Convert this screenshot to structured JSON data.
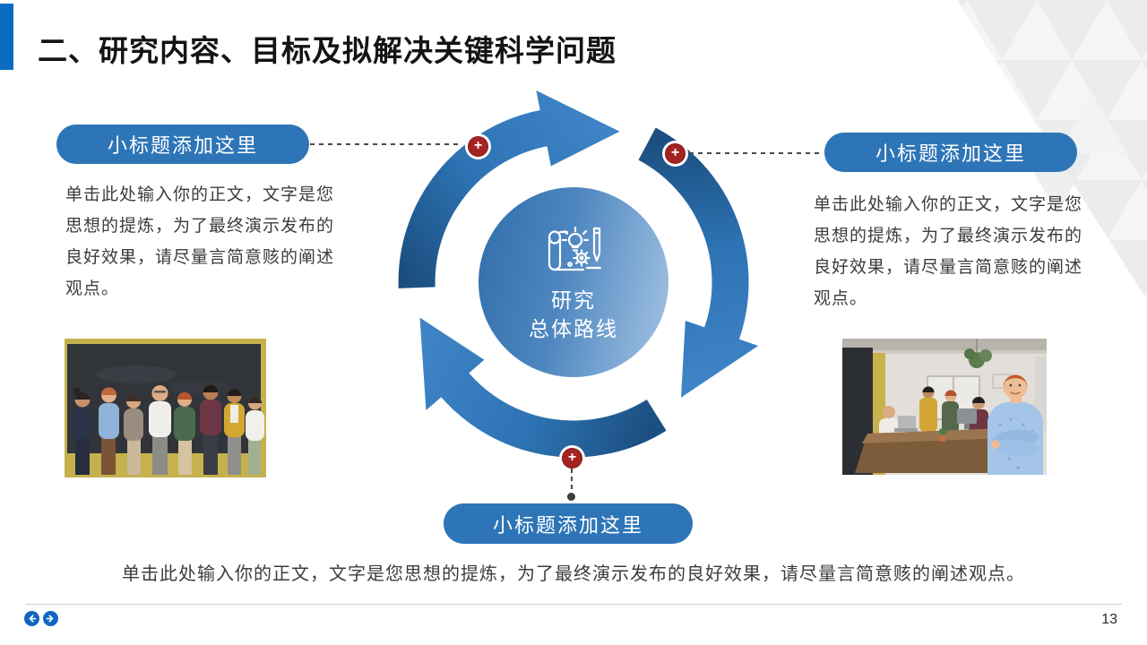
{
  "slide": {
    "title": "二、研究内容、目标及拟解决关键科学问题",
    "page_number": "13"
  },
  "center": {
    "icon": "blueprint-idea-icon",
    "line1": "研究",
    "line2": "总体路线"
  },
  "sections": {
    "left": {
      "heading": "小标题添加这里",
      "body": "单击此处输入你的正文，文字是您思想的提炼，为了最终演示发布的良好效果，请尽量言简意赅的阐述观点。"
    },
    "right": {
      "heading": "小标题添加这里",
      "body": "单击此处输入你的正文，文字是您思想的提炼，为了最终演示发布的良好效果，请尽量言简意赅的阐述观点。"
    },
    "bottom": {
      "heading": "小标题添加这里",
      "body": "单击此处输入你的正文，文字是您思想的提炼，为了最终演示发布的良好效果，请尽量言简意赅的阐述观点。"
    }
  },
  "markers": {
    "plus_label": "+",
    "icon": "plus-icon"
  },
  "nav": {
    "prev_icon": "arrow-left-circle-icon",
    "next_icon": "arrow-right-circle-icon"
  },
  "images": {
    "left_alt": "team-group-photo",
    "right_alt": "office-team-photo"
  },
  "colors": {
    "title_bar_blue": "#0a6dc2",
    "pill_blue": "#2e75b7",
    "arc_blue_dark": "#1b4f80",
    "arc_blue_light": "#3f85c7",
    "marker_red": "#a32422",
    "nav_blue": "#1266c2"
  }
}
